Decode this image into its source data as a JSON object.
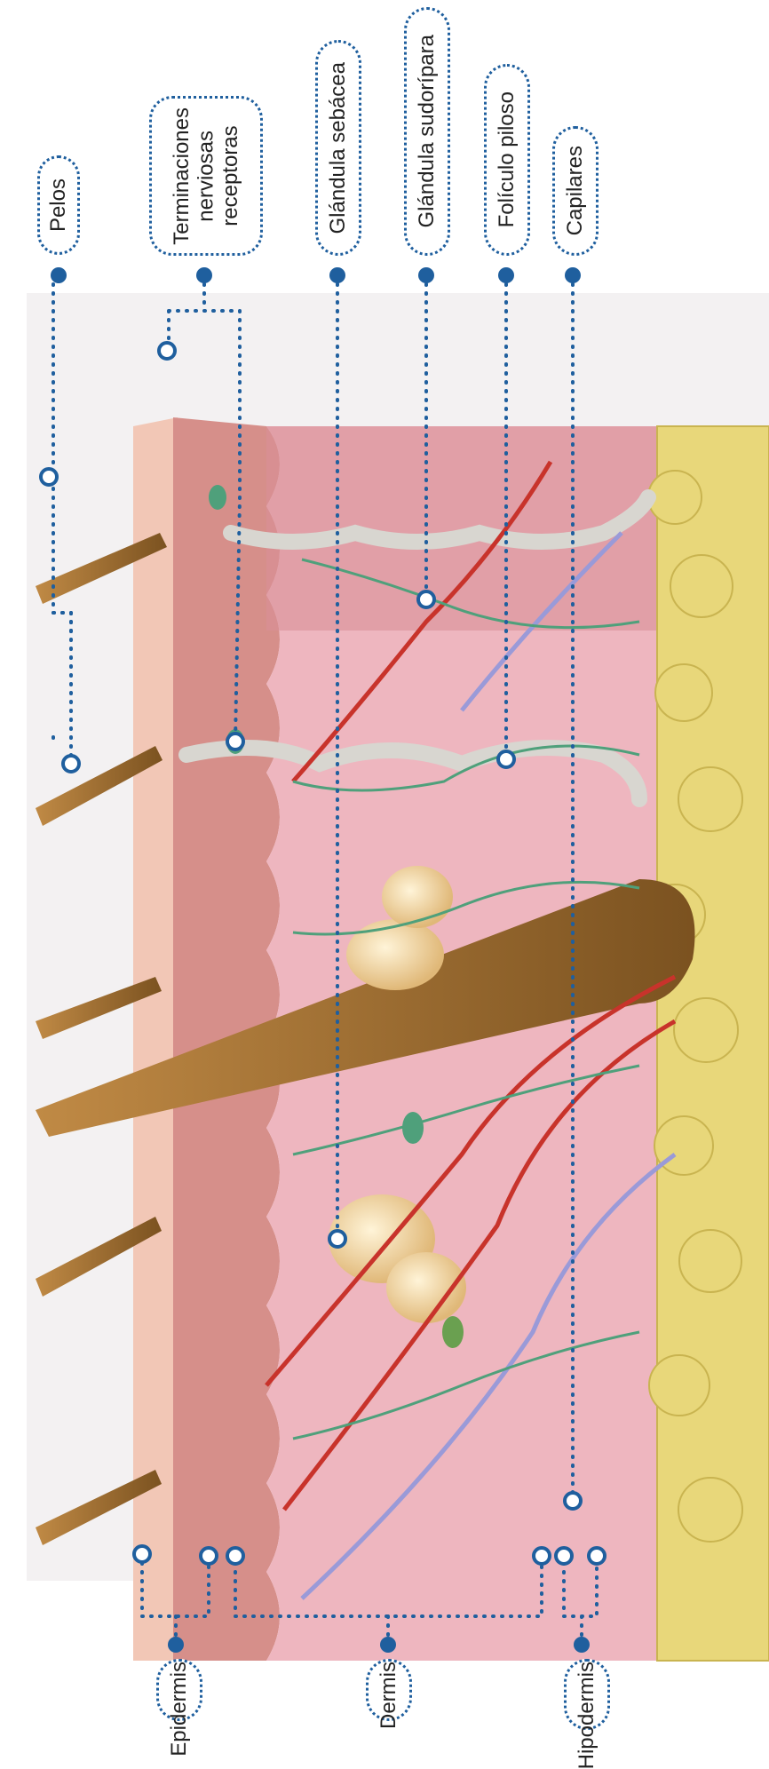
{
  "labels": {
    "pelos": "Pelos",
    "terminaciones": "Terminaciones\nnerviosas\nreceptoras",
    "sebacea": "Glándula sebácea",
    "sudoripara": "Glándula sudorípara",
    "foliculo": "Folículo piloso",
    "capilares": "Capilares",
    "epidermis": "Epidermis",
    "dermis": "Dermis",
    "hipodermis": "Hipodermis"
  },
  "colors": {
    "leader": "#1f5f9e",
    "skin": "#f2c7b6",
    "dermis": "#eab0b8",
    "hypodermis": "#e8d77a",
    "hair": "#9a6a2e"
  }
}
